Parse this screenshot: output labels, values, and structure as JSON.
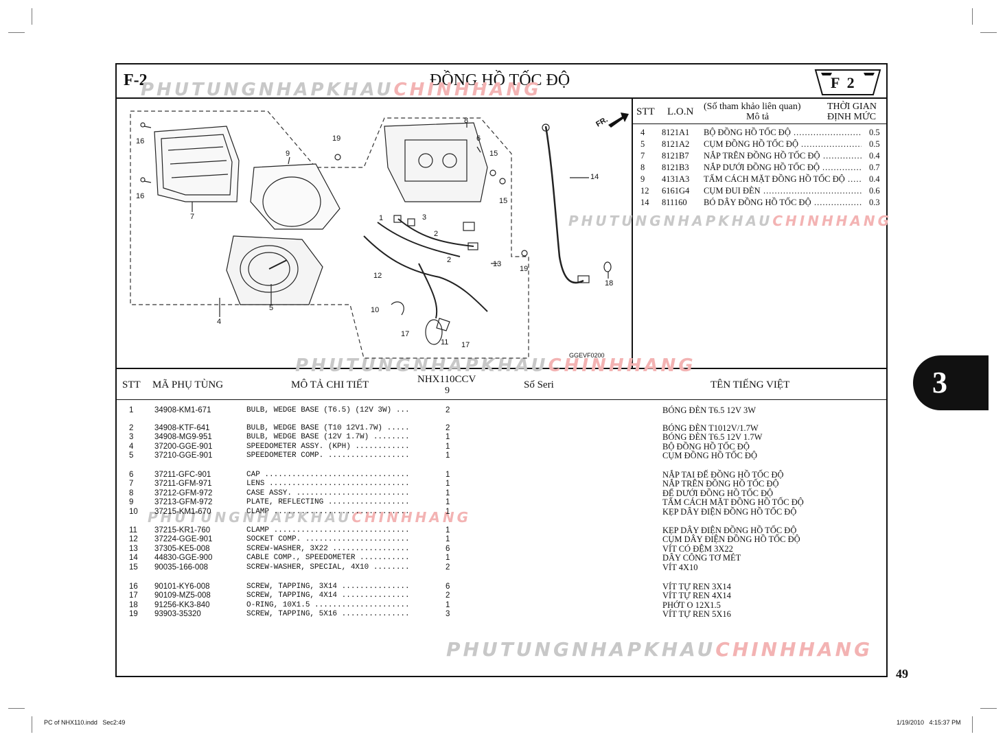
{
  "page": {
    "code": "F-2",
    "title": "ĐỒNG HỒ TỐC ĐỘ",
    "badge": "F  2",
    "page_number": "49",
    "section_tab": "3",
    "footer_left": "PC of NHX110.indd   Sec2:49",
    "footer_right": "1/19/2010   4:15:37 PM",
    "diagram_code": "GGEVF0200",
    "fr_label": "FR."
  },
  "watermark": {
    "part1": "PHUTUNGNHAPKHAU",
    "part2": "CHINHHANG"
  },
  "lon_table": {
    "headers": {
      "stt": "STT",
      "lon": "L.O.N",
      "ref": "(Số tham khảo liên quan)",
      "desc": "Mô tả",
      "time1": "THỜI GIAN",
      "time2": "ĐỊNH MỨC"
    },
    "rows": [
      {
        "stt": "4",
        "lon": "8121A1",
        "desc": "BỘ ĐỒNG HỒ TỐC ĐỘ",
        "time": "0.5"
      },
      {
        "stt": "5",
        "lon": "8121A2",
        "desc": "CỤM ĐỒNG HỒ TỐC ĐỘ",
        "time": "0.5"
      },
      {
        "stt": "7",
        "lon": "8121B7",
        "desc": "NẮP TRÊN ĐỒNG HỒ TỐC ĐỘ",
        "time": "0.4"
      },
      {
        "stt": "8",
        "lon": "8121B3",
        "desc": "NẮP DƯỚI ĐỒNG HỒ TỐC ĐỘ",
        "time": "0.7"
      },
      {
        "stt": "9",
        "lon": "4131A3",
        "desc": "TẤM CÁCH MẶT ĐỒNG HỒ TỐC ĐỘ",
        "time": "0.4"
      },
      {
        "stt": "12",
        "lon": "6161G4",
        "desc": "CỤM ĐUI ĐÈN",
        "time": "0.6"
      },
      {
        "stt": "14",
        "lon": "811160",
        "desc": "BÓ DÂY ĐỒNG HỒ TỐC ĐỘ",
        "time": "0.3"
      }
    ]
  },
  "parts_table": {
    "headers": {
      "stt": "STT",
      "part_no": "MÃ PHỤ TÙNG",
      "desc": "MÔ TẢ CHI TIẾT",
      "model": "NHX110CCV",
      "model_sub": "9",
      "serial": "Số Seri",
      "vn": "TÊN TIẾNG VIỆT"
    },
    "rows": [
      {
        "stt": "1",
        "part": "34908-KM1-671",
        "desc": "BULB, WEDGE BASE (T6.5) (12V 3W) ...",
        "qty": "2",
        "vn": "BÓNG ĐÈN T6.5 12V 3W"
      },
      {
        "stt": "2",
        "part": "34908-KTF-641",
        "desc": "BULB, WEDGE BASE (T10 12V1.7W) .....",
        "qty": "2",
        "vn": "BÓNG ĐÈN T1012V/1.7W"
      },
      {
        "stt": "3",
        "part": "34908-MG9-951",
        "desc": "BULB, WEDGE BASE (12V 1.7W) ........",
        "qty": "1",
        "vn": "BÓNG ĐÈN T6.5 12V 1.7W"
      },
      {
        "stt": "4",
        "part": "37200-GGE-901",
        "desc": "SPEEDOMETER ASSY. (KPH) ............",
        "qty": "1",
        "vn": "BỘ ĐỒNG HỒ TỐC ĐỘ"
      },
      {
        "stt": "5",
        "part": "37210-GGE-901",
        "desc": "SPEEDOMETER COMP. ..................",
        "qty": "1",
        "vn": "CỤM ĐỒNG HỒ TỐC ĐỘ"
      },
      {
        "stt": "6",
        "part": "37211-GFC-901",
        "desc": "CAP ................................",
        "qty": "1",
        "vn": "NẮP TAI ĐẾ ĐỒNG HỒ TỐC ĐỘ"
      },
      {
        "stt": "7",
        "part": "37211-GFM-971",
        "desc": "LENS ...............................",
        "qty": "1",
        "vn": "NẮP TRÊN ĐỒNG HỒ TỐC ĐỘ"
      },
      {
        "stt": "8",
        "part": "37212-GFM-972",
        "desc": "CASE ASSY. .........................",
        "qty": "1",
        "vn": "ĐẾ DƯỚI ĐỒNG HỒ TỐC ĐỘ"
      },
      {
        "stt": "9",
        "part": "37213-GFM-972",
        "desc": "PLATE, REFLECTING ..................",
        "qty": "1",
        "vn": "TẤM CÁCH MẶT ĐỒNG HỒ TỐC ĐỘ"
      },
      {
        "stt": "10",
        "part": "37215-KM1-670",
        "desc": "CLAMP ..............................",
        "qty": "1",
        "vn": "KẸP DÂY ĐIỆN ĐỒNG HỒ TỐC ĐỘ"
      },
      {
        "stt": "11",
        "part": "37215-KR1-760",
        "desc": "CLAMP ..............................",
        "qty": "1",
        "vn": "KẸP DÂY ĐIỆN ĐỒNG HỒ TỐC ĐỘ"
      },
      {
        "stt": "12",
        "part": "37224-GGE-901",
        "desc": "SOCKET COMP. .......................",
        "qty": "1",
        "vn": "CỤM DÂY ĐIỆN ĐỒNG HỒ TỐC ĐỘ"
      },
      {
        "stt": "13",
        "part": "37305-KE5-008",
        "desc": "SCREW-WASHER, 3X22 .................",
        "qty": "6",
        "vn": "VÍT CÓ ĐỆM 3X22"
      },
      {
        "stt": "14",
        "part": "44830-GGE-900",
        "desc": "CABLE COMP., SPEEDOMETER ...........",
        "qty": "1",
        "vn": "DÂY CÔNG TƠ MÉT"
      },
      {
        "stt": "15",
        "part": "90035-166-008",
        "desc": "SCREW-WASHER, SPECIAL, 4X10 ........",
        "qty": "2",
        "vn": "VÍT 4X10"
      },
      {
        "stt": "16",
        "part": "90101-KY6-008",
        "desc": "SCREW, TAPPING, 3X14 ...............",
        "qty": "6",
        "vn": "VÍT TỰ REN 3X14"
      },
      {
        "stt": "17",
        "part": "90109-MZ5-008",
        "desc": "SCREW, TAPPING, 4X14 ...............",
        "qty": "2",
        "vn": "VÍT TỰ REN 4X14"
      },
      {
        "stt": "18",
        "part": "91256-KK3-840",
        "desc": "O-RING, 10X1.5 .....................",
        "qty": "1",
        "vn": "PHỚT O 12X1.5"
      },
      {
        "stt": "19",
        "part": "93903-35320",
        "desc": "SCREW, TAPPING, 5X16 ...............",
        "qty": "3",
        "vn": "VÍT TỰ REN 5X16"
      }
    ]
  },
  "callouts": [
    "1",
    "2",
    "3",
    "4",
    "5",
    "6",
    "7",
    "8",
    "9",
    "10",
    "11",
    "12",
    "13",
    "14",
    "15",
    "16",
    "17",
    "18",
    "19"
  ]
}
